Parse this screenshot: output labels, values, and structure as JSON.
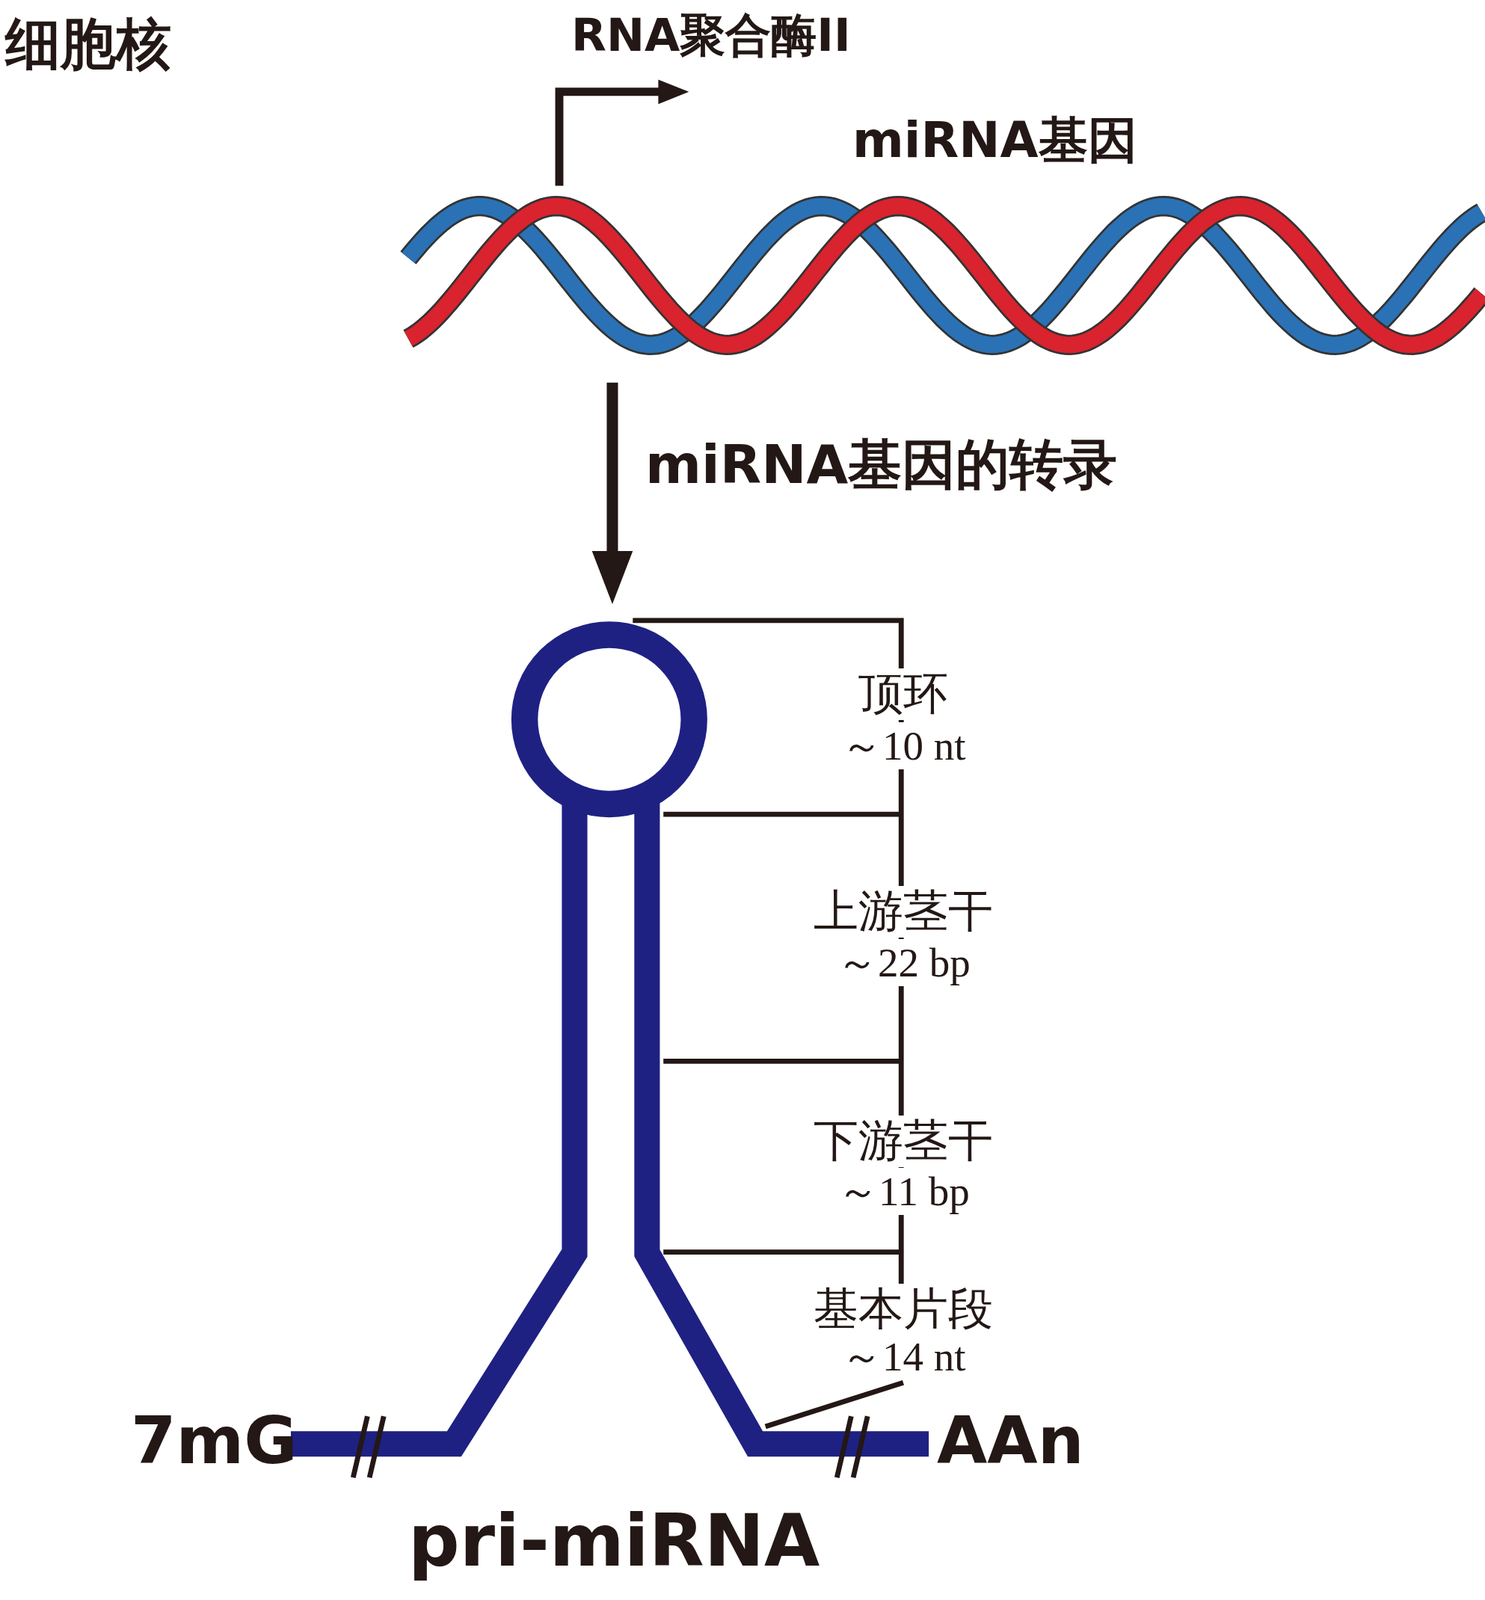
{
  "diagram": {
    "labels": [
      "细胞核",
      "RNA聚合酶II",
      "miRNA基因",
      "miRNA基因的转录",
      "顶环",
      "～10 nt",
      "上游茎干",
      "～22 bp",
      "下游茎干",
      "～11 bp",
      "基本片段",
      "～14 nt",
      "7mG",
      "AAn",
      "pri-miRNA"
    ]
  }
}
